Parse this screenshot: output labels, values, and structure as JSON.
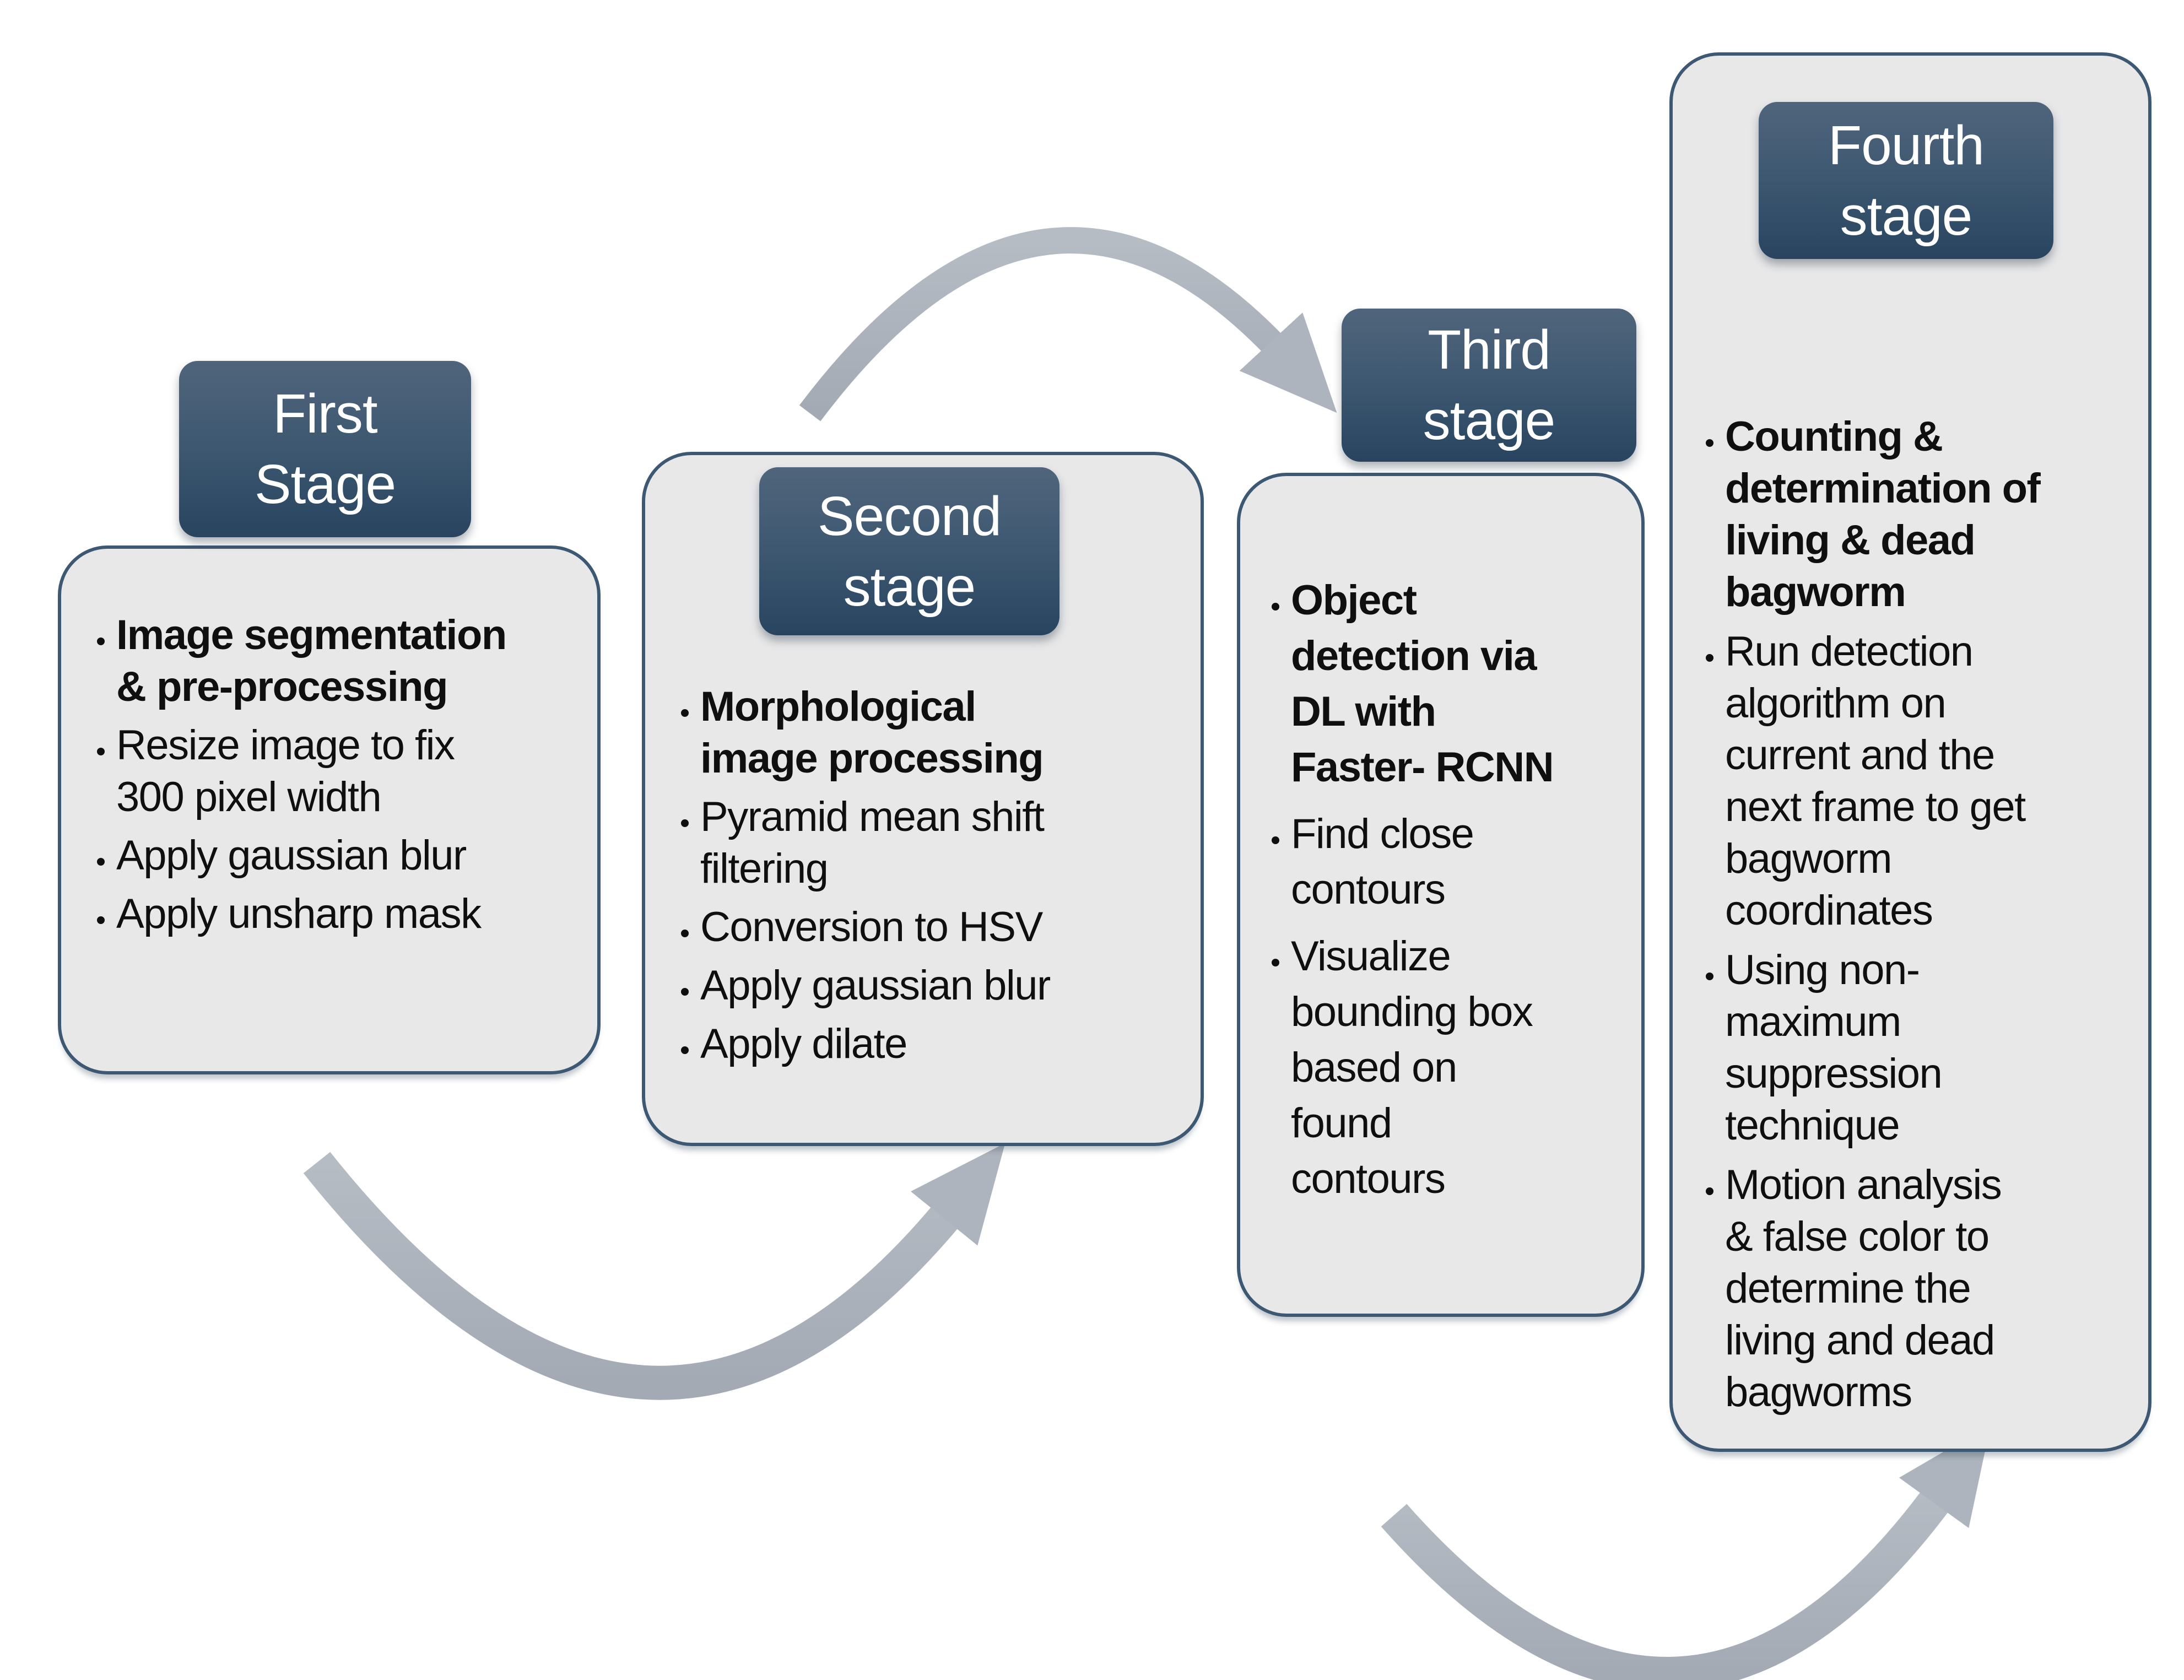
{
  "stages": [
    {
      "name": "first-stage",
      "title": "First\nStage",
      "bullets": [
        "Image segmentation\n& pre-processing",
        "Resize image to fix\n300 pixel width",
        "Apply gaussian blur",
        "Apply unsharp mask"
      ]
    },
    {
      "name": "second-stage",
      "title": "Second\nstage",
      "bullets": [
        "Morphological\nimage processing",
        "Pyramid mean shift\nfiltering",
        "Conversion to HSV",
        "Apply gaussian blur",
        "Apply dilate"
      ]
    },
    {
      "name": "third-stage",
      "title": "Third\nstage",
      "bullets": [
        "Object\ndetection via\nDL with\nFaster- RCNN",
        "Find close\ncontours",
        "Visualize\nbounding box\nbased on\nfound\ncontours"
      ]
    },
    {
      "name": "fourth-stage",
      "title": "Fourth\nstage",
      "bullets": [
        "Counting &\ndetermination of\nliving & dead\nbagworm",
        "Run detection\nalgorithm on\ncurrent and the\nnext frame to get\nbagworm\ncoordinates",
        "Using non-\nmaximum\nsuppression\ntechnique",
        "Motion analysis\n& false color to\ndetermine the\nliving and dead\nbagworms"
      ]
    }
  ],
  "arrows": [
    {
      "name": "arrow-stage1-to-stage2",
      "shape": "u-curve",
      "direction": "up-right"
    },
    {
      "name": "arrow-stage2-to-stage3",
      "shape": "arc-over",
      "direction": "down-right"
    },
    {
      "name": "arrow-stage3-to-stage4",
      "shape": "u-curve",
      "direction": "up-right"
    }
  ],
  "colors": {
    "title_gradient_top": "#50657c",
    "title_gradient_bottom": "#28445f",
    "title_text": "#ffffff",
    "card_fill": "#e8e8e9",
    "card_border": "#3d5872",
    "bullet_text": "#0f0f0f",
    "arrow_gray": "#aeb4bd",
    "background": "#ffffff"
  }
}
